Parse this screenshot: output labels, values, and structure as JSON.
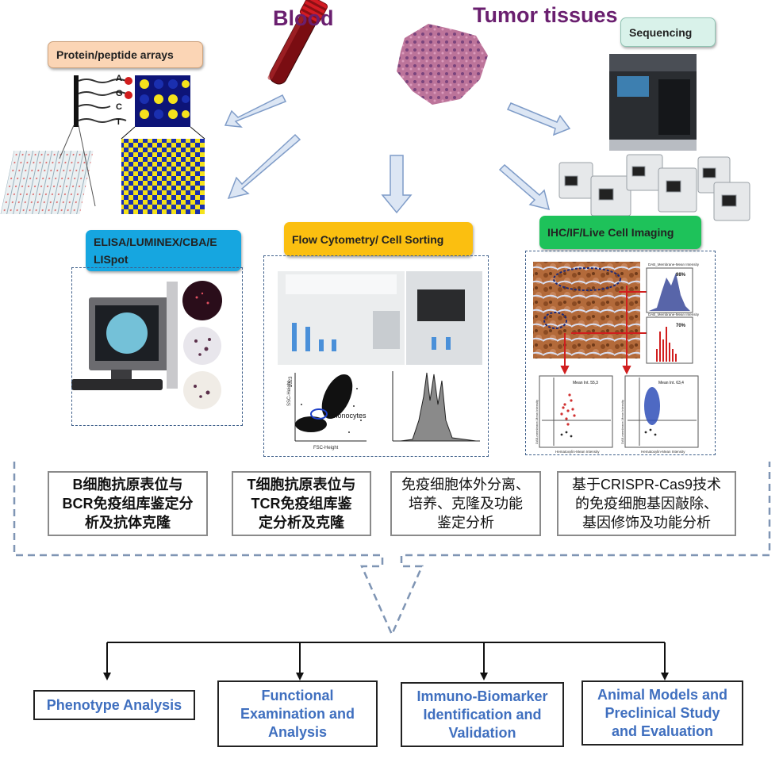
{
  "samples": {
    "blood": "Blood",
    "tumor": "Tumor tissues"
  },
  "tags": {
    "protein_arrays": "Protein/peptide arrays",
    "sequencing": "Sequencing",
    "elisa_line1": "ELISA/LUMINEX/CBA/E",
    "elisa_line2": "LISpot",
    "flow": "Flow Cytometry/ Cell Sorting",
    "ihc": "IHC/IF/Live Cell Imaging"
  },
  "array_labels": [
    "A",
    "G",
    "C",
    "T"
  ],
  "flow_plot": {
    "ylabel": "SSC-Height",
    "ytick": "1023",
    "xlabel": "FSC-Height",
    "gate_label": "monocytes"
  },
  "ihc_plots": {
    "hist1_title": "DAB_Membrane-Mean Intensity",
    "hist1_pct": "98%",
    "hist2_title": "DAB_Membrane-Mean Intensity",
    "hist2_pct": "70%",
    "scatter1_label": "Mean Int. 55,3",
    "scatter2_label": "Mean Int. 63,4",
    "scatter_xlabel": "Hematoxylin-Mean Intensity",
    "scatter_ylabel": "DAB-membrane-Mean Intensity"
  },
  "analyses_cn": [
    {
      "line1": "B细胞抗原表位与",
      "line2": "BCR免疫组库鉴定分",
      "line3": "析及抗体克隆"
    },
    {
      "line1": "T细胞抗原表位与",
      "line2": "TCR免疫组库鉴",
      "line3": "定分析及克隆"
    },
    {
      "line1": "免疫细胞体外分离、",
      "line2": "培养、克隆及功能",
      "line3": "鉴定分析"
    },
    {
      "line1": "基于CRISPR-Cas9技术",
      "line2": "的免疫细胞基因敲除、",
      "line3": "基因修饰及功能分析"
    }
  ],
  "outcomes": [
    {
      "line1": "Phenotype Analysis",
      "line2": "",
      "line3": ""
    },
    {
      "line1": "Functional",
      "line2": "Examination and",
      "line3": "Analysis"
    },
    {
      "line1": "Immuno-Biomarker",
      "line2": "Identification and",
      "line3": "Validation"
    },
    {
      "line1": "Animal Models and",
      "line2": "Preclinical Study",
      "line3": "and Evaluation"
    }
  ],
  "colors": {
    "sample_label": "#6a1f6f",
    "protein_tag": "#fbd5b5",
    "sequencing_tag": "#d9f2ea",
    "elisa_tag": "#16a6e0",
    "flow_tag": "#fbbf10",
    "ihc_tag": "#1ec25a",
    "outcome_text": "#3f6fbf",
    "arrow_fill": "#dce6f4",
    "arrow_stroke": "#7f9cc8"
  }
}
